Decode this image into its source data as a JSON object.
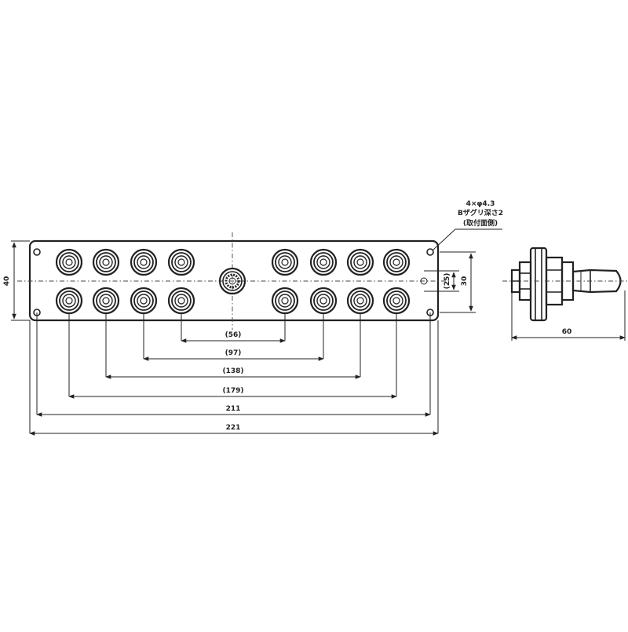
{
  "drawing": {
    "front_view": {
      "height_overall": "40",
      "hole_pitch_inner": "(25)",
      "mount_pitch_vertical": "30",
      "dimensions": [
        {
          "id": "dim-56",
          "label": "(56)"
        },
        {
          "id": "dim-97",
          "label": "(97)"
        },
        {
          "id": "dim-138",
          "label": "(138)"
        },
        {
          "id": "dim-179",
          "label": "(179)"
        },
        {
          "id": "dim-211",
          "label": "211"
        },
        {
          "id": "dim-221",
          "label": "221"
        }
      ],
      "callout": {
        "line1": "4×φ4.3",
        "line2": "Bザグリ深さ2",
        "line3": "(取付面側)"
      }
    },
    "side_view": {
      "depth": "60"
    },
    "port_count": 16
  }
}
